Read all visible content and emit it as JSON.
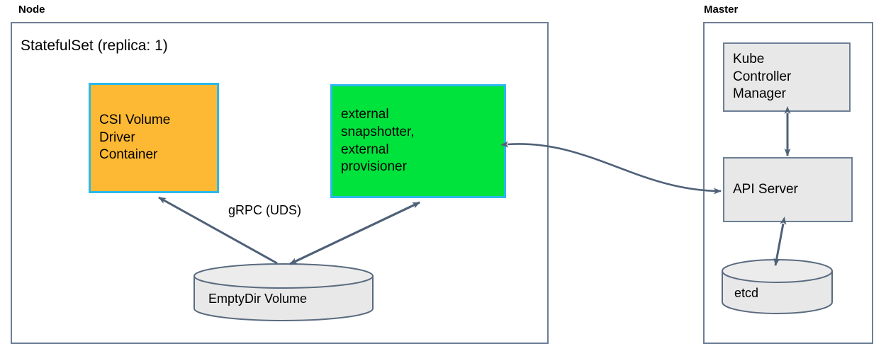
{
  "diagram": {
    "type": "architecture-diagram",
    "background": "#ffffff",
    "groups": [
      {
        "id": "node",
        "label": "Node",
        "title": "StatefulSet (replica: 1)"
      },
      {
        "id": "master",
        "label": "Master",
        "title": ""
      }
    ],
    "nodes": {
      "csi_driver": {
        "label": "CSI Volume\nDriver\nContainer",
        "fill": "#FDB933",
        "stroke": "#2BB8EC",
        "shape": "rect"
      },
      "external_controllers": {
        "label": "external\nsnapshotter,\nexternal\nprovisioner",
        "fill": "#00E33C",
        "stroke": "#2BB8EC",
        "shape": "rect"
      },
      "emptydir": {
        "label": "EmptyDir Volume",
        "fill": "#E8E8E8",
        "stroke": "#5A6B80",
        "shape": "cylinder"
      },
      "kube_controller_manager": {
        "label": "Kube\nController\nManager",
        "fill": "#E8E8E8",
        "stroke": "#6d7f96",
        "shape": "rect"
      },
      "api_server": {
        "label": "API Server",
        "fill": "#E8E8E8",
        "stroke": "#6d7f96",
        "shape": "rect"
      },
      "etcd": {
        "label": "etcd",
        "fill": "#E8E8E8",
        "stroke": "#5A6B80",
        "shape": "cylinder"
      }
    },
    "edges": [
      {
        "id": "csi-to-emptydir",
        "from": "emptydir",
        "to": "csi_driver",
        "label": "gRPC (UDS)",
        "arrows": "single"
      },
      {
        "id": "emptydir-to-external",
        "from": "emptydir",
        "to": "external_controllers",
        "label": "",
        "arrows": "single"
      },
      {
        "id": "external-to-apiserver",
        "from": "external_controllers",
        "to": "api_server",
        "label": "",
        "arrows": "double"
      },
      {
        "id": "kcm-to-apiserver",
        "from": "kube_controller_manager",
        "to": "api_server",
        "label": "",
        "arrows": "double"
      },
      {
        "id": "apiserver-to-etcd",
        "from": "api_server",
        "to": "etcd",
        "label": "",
        "arrows": "double"
      }
    ],
    "colors": {
      "connector": "#4F6178",
      "container_border": "#6d7f96",
      "accent_cyan": "#2BB8EC",
      "accent_orange": "#FDB933",
      "accent_green": "#00E33C",
      "gray_fill": "#E8E8E8",
      "text": "#000000"
    }
  }
}
